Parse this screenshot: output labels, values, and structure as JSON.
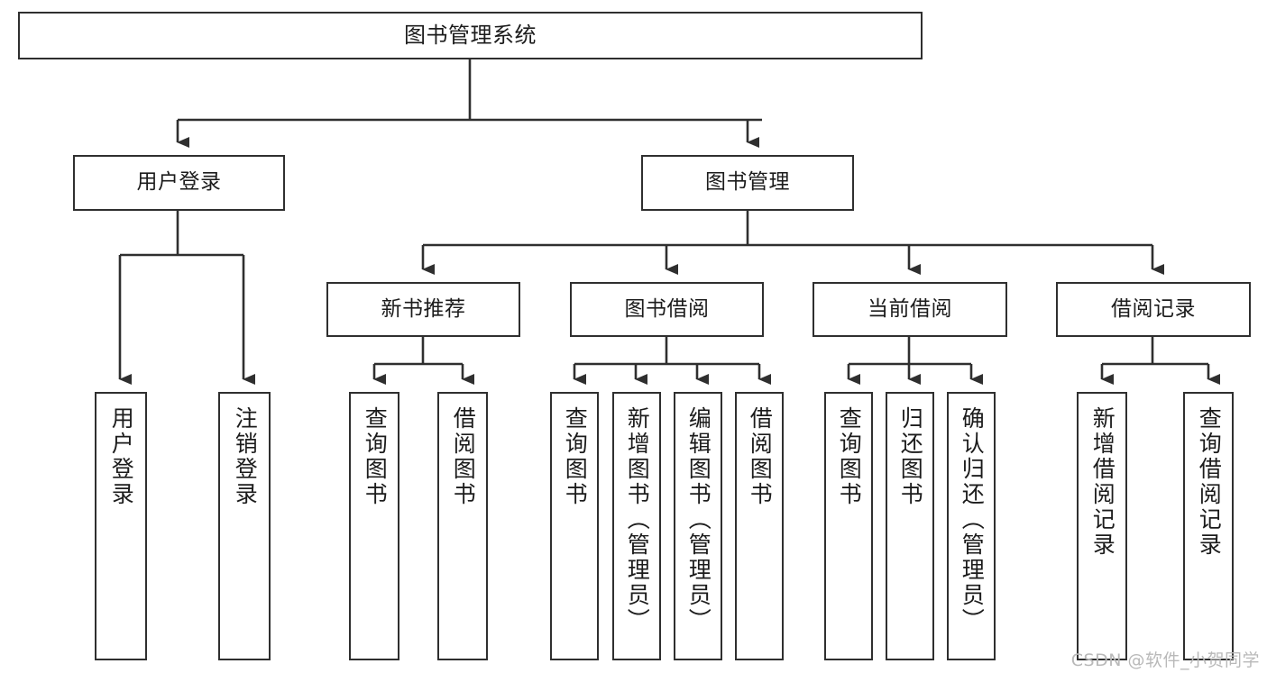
{
  "diagram": {
    "title": "图书管理系统",
    "watermark": "CSDN @软件_小贺同学",
    "line_color": "#2f2f2f",
    "box_fill": "#ffffff",
    "text_color": "#1c1c1c",
    "watermark_color": "#b9b9b9",
    "root": {
      "label": "图书管理系统"
    },
    "level1": [
      {
        "label": "用户登录"
      },
      {
        "label": "图书管理"
      }
    ],
    "level2": [
      {
        "label": "新书推荐"
      },
      {
        "label": "图书借阅"
      },
      {
        "label": "当前借阅"
      },
      {
        "label": "借阅记录"
      }
    ],
    "leaves": {
      "user_login": [
        {
          "label": "用户登录"
        },
        {
          "label": "注销登录"
        }
      ],
      "new_book": [
        {
          "label": "查询图书"
        },
        {
          "label": "借阅图书"
        }
      ],
      "book_borrow": [
        {
          "label": "查询图书"
        },
        {
          "label": "新增图书（管理员）"
        },
        {
          "label": "编辑图书（管理员）"
        },
        {
          "label": "借阅图书"
        }
      ],
      "current_borrow": [
        {
          "label": "查询图书"
        },
        {
          "label": "归还图书"
        },
        {
          "label": "确认归还（管理员）"
        }
      ],
      "borrow_record": [
        {
          "label": "新增借阅记录"
        },
        {
          "label": "查询借阅记录"
        }
      ]
    }
  }
}
